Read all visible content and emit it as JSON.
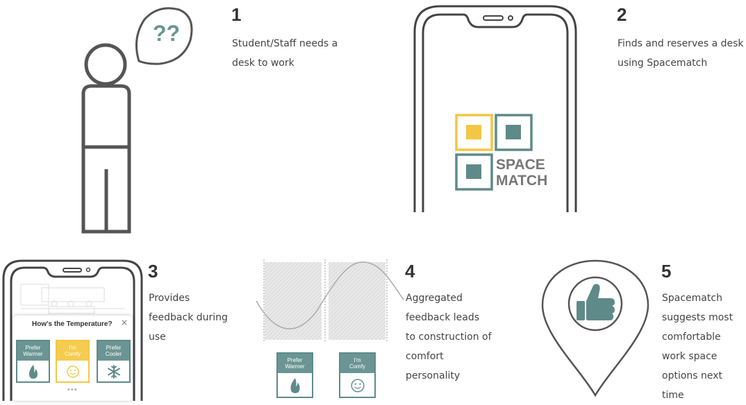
{
  "steps": [
    {
      "num": "1",
      "text": "Student/Staff needs a\ndesk to work"
    },
    {
      "num": "2",
      "text": "Finds and reserves a desk\nusing Spacematch"
    },
    {
      "num": "3",
      "text": "Provides\nfeedback during\nuse"
    },
    {
      "num": "4",
      "text": "Aggregated\nfeedback leads\nto construction of\ncomfort\npersonality"
    },
    {
      "num": "5",
      "text": "Spacematch\nsuggests most\ncomfortable\nwork space\noptions next time"
    }
  ],
  "person": {
    "bubble_text": "??"
  },
  "logo": {
    "line1": "SPACE",
    "line2": "MATCH"
  },
  "feedback_popup": {
    "title": "How's the Temperature?",
    "close": "×",
    "options": [
      {
        "label": "Prefer\nWarmer",
        "icon": "flame-icon"
      },
      {
        "label": "I'm\nComfy",
        "icon": "smiley-icon"
      },
      {
        "label": "Prefer\nCooler",
        "icon": "snowflake-icon"
      }
    ],
    "pager": "•••"
  },
  "aggregate_cards": [
    {
      "label": "Prefer\nWarmer",
      "icon": "flame-icon"
    },
    {
      "label": "I'm\nComfy",
      "icon": "smiley-icon"
    }
  ],
  "colors": {
    "teal": "#5e8a89",
    "yellow": "#f2c744",
    "outline": "#555555"
  }
}
